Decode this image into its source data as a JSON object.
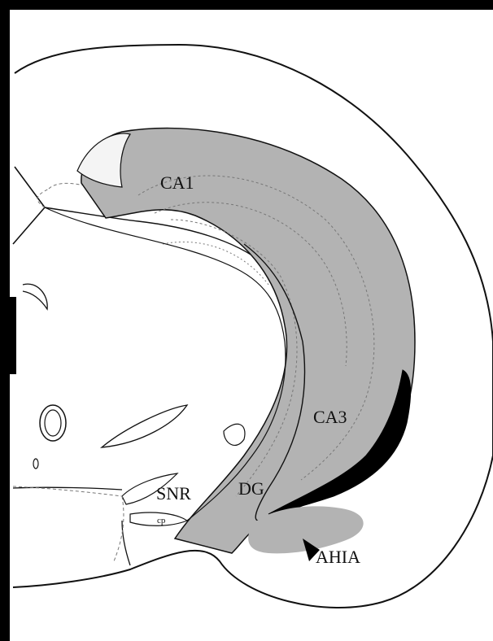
{
  "labels": {
    "ca1": "CA1",
    "ca3": "CA3",
    "dg": "DG",
    "snr": "SNR",
    "cp": "cp",
    "ahia": "AHIA"
  },
  "colors": {
    "region_fill": "#b3b3b3",
    "outline": "#111111",
    "dark_band": "#000000",
    "dashed": "#777777",
    "background": "#ffffff"
  },
  "icons": {
    "pointer": "arrowhead-icon"
  }
}
